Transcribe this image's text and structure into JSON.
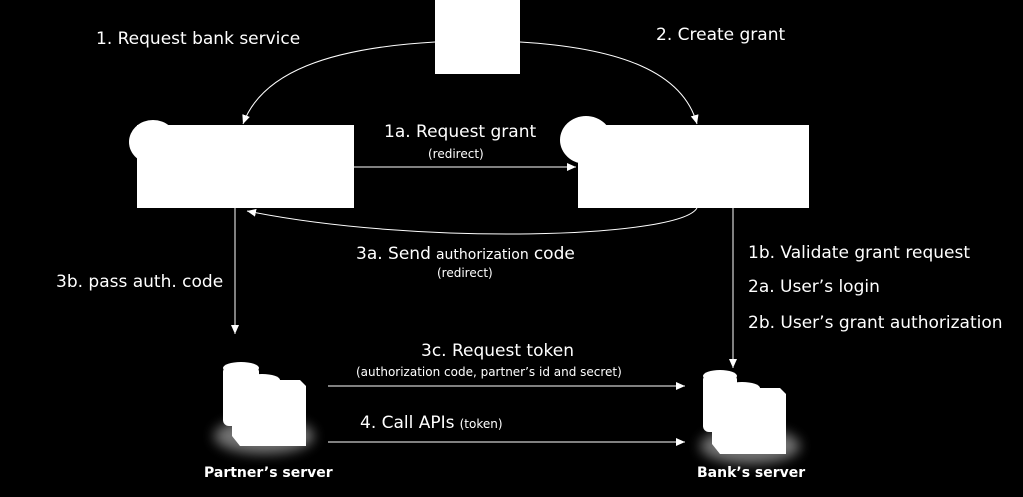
{
  "colors": {
    "background": "#000000",
    "foreground": "#ffffff"
  },
  "nodes": {
    "user": {
      "icon": "user-box"
    },
    "partner_app": {
      "icon": "app-window-with-avatar"
    },
    "bank_auth": {
      "icon": "app-window-with-avatar"
    },
    "partner_server": {
      "icon": "server-icon",
      "label": "Partner’s server"
    },
    "bank_server": {
      "icon": "server-icon",
      "label": "Bank’s server"
    }
  },
  "flows": {
    "f1": {
      "label": "1. Request bank service"
    },
    "f2": {
      "label": "2. Create grant"
    },
    "f1a": {
      "label": "1a. Request grant",
      "note": "(redirect)"
    },
    "f3a": {
      "label_pre": "3a. Send",
      "label_mid": "authorization",
      "label_post": "code",
      "note": "(redirect)"
    },
    "f3b": {
      "label": "3b. pass auth. code"
    },
    "f1b": {
      "label": "1b. Validate grant request"
    },
    "f2a": {
      "label": "2a. User’s login"
    },
    "f2b": {
      "label": "2b. User’s grant authorization"
    },
    "f3c": {
      "label": "3c. Request token",
      "note": "(authorization code, partner’s id and secret)"
    },
    "f4": {
      "label": "4. Call APIs",
      "note": "(token)"
    }
  }
}
